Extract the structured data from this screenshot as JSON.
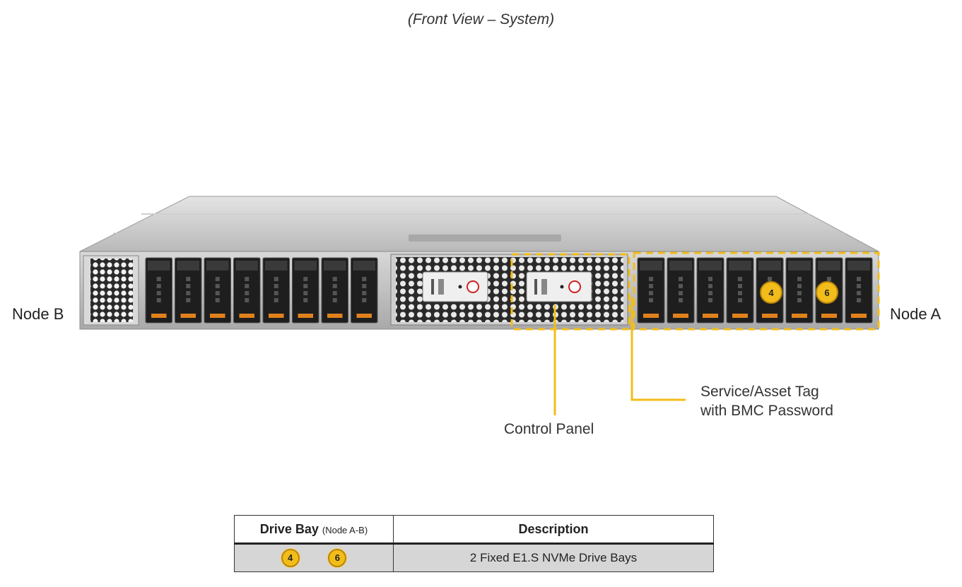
{
  "title": "(Front View – System)",
  "labels": {
    "node_b": "Node B",
    "node_a": "Node A",
    "control_panel": "Control Panel",
    "service_tag_line1": "Service/Asset Tag",
    "service_tag_line2": "with BMC Password"
  },
  "callout_badges": [
    "4",
    "6"
  ],
  "colors": {
    "callout_yellow": "#f2bd1a",
    "chassis_silver": "#c9c9c9",
    "drive_black": "#1e1e1e",
    "drive_orange": "#e0811c"
  },
  "table": {
    "header_col1": "Drive Bay",
    "header_col1_note": "(Node A-B)",
    "header_col2": "Description",
    "rows": [
      {
        "badges": [
          "4",
          "6"
        ],
        "description": "2 Fixed E1.S NVMe Drive Bays"
      }
    ]
  }
}
